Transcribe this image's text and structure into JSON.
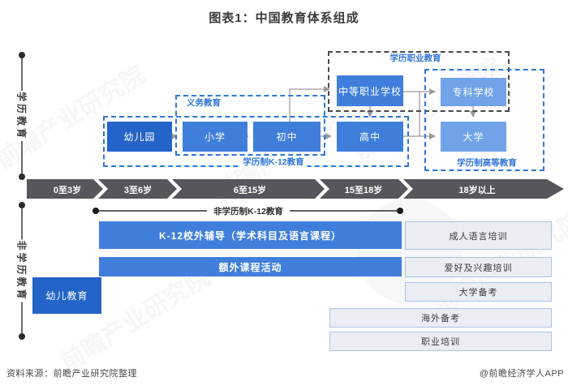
{
  "title": "图表1：中国教育体系组成",
  "left_axis": {
    "academic": "学历教育",
    "non_academic": "非学历教育"
  },
  "diagram": {
    "groups": {
      "compulsory": "义务教育",
      "k12": "学历制K-12教育",
      "vocational": "学历职业教育",
      "higher": "学历制高等教育"
    },
    "nodes": {
      "kindergarten": "幼儿园",
      "primary": "小学",
      "junior": "初中",
      "senior": "高中",
      "secondary_vocational": "中等职业学校",
      "junior_college": "专科学校",
      "university": "大学"
    }
  },
  "timeline": {
    "segments": [
      "0至3岁",
      "3至6岁",
      "6至15岁",
      "15至18岁",
      "18岁以上"
    ]
  },
  "bottom": {
    "bracket_label": "非学历制K-12教育",
    "bars": {
      "k12_tutoring": "K-12校外辅导（学术科目及语言课程）",
      "extracurricular": "额外课程活动",
      "early_childhood": "幼儿教育"
    },
    "right_items": [
      "成人语言培训",
      "爱好及兴趣培训",
      "大学备考",
      "海外备考",
      "职业培训"
    ]
  },
  "footer": {
    "source": "资料来源：前瞻产业研究院整理",
    "credit": "@前瞻经济学人APP"
  },
  "watermark": {
    "text": "前瞻产业研究院"
  },
  "colors": {
    "node_dark_blue": "#2464C8",
    "node_medium_blue": "#3F7FDB",
    "node_light_blue": "#72A3E9",
    "dashed_blue": "#2E75D8",
    "dashed_dark": "#494949",
    "timeline_bar": "#55575C",
    "light_box_fill": "#EAEDF4",
    "light_box_border": "#A9C2E6",
    "connector_gray": "#9A9A9A",
    "label_blue": "#2E74D8"
  }
}
